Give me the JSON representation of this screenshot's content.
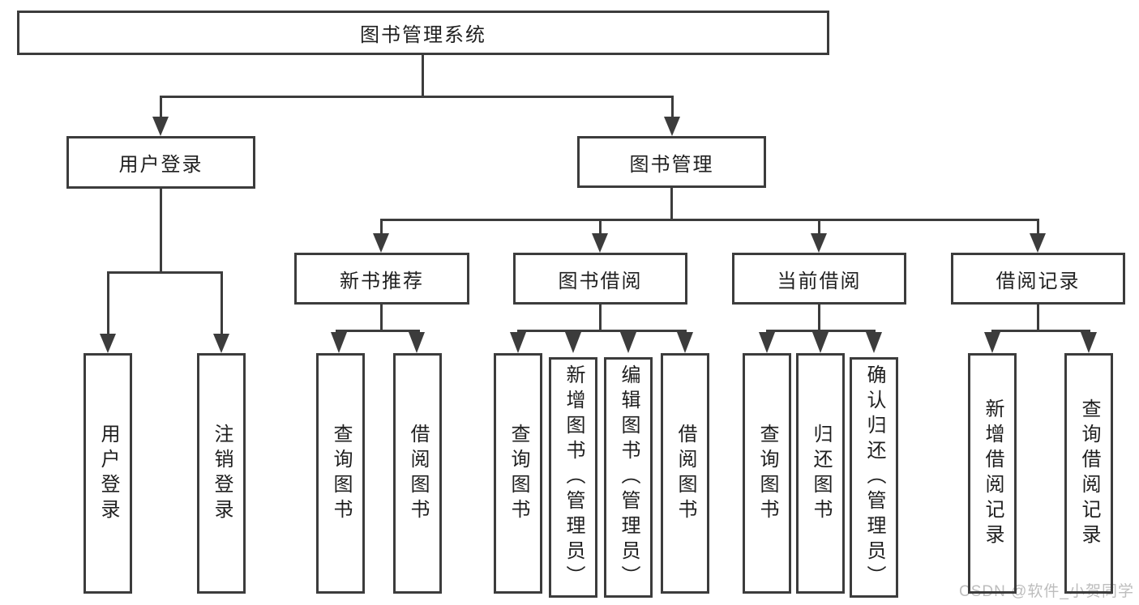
{
  "diagram": {
    "root": "图书管理系统",
    "level1": {
      "user_login": "用户登录",
      "book_mgmt": "图书管理"
    },
    "level2": {
      "new_books": "新书推荐",
      "book_borrow": "图书借阅",
      "current_borrow": "当前借阅",
      "borrow_records": "借阅记录"
    },
    "leaves": {
      "user_login": [
        "用户登录",
        "注销登录"
      ],
      "new_books": [
        "查询图书",
        "借阅图书"
      ],
      "book_borrow": [
        "查询图书",
        "新增图书（管理员）",
        "编辑图书（管理员）",
        "借阅图书"
      ],
      "current_borrow": [
        "查询图书",
        "归还图书",
        "确认归还（管理员）"
      ],
      "borrow_records": [
        "新增借阅记录",
        "查询借阅记录"
      ]
    }
  },
  "watermark": "CSDN @软件_小贺同学",
  "colors": {
    "line": "#3c3c3c",
    "text": "#1f1f1f",
    "watermark": "#bdbdbd",
    "background": "#ffffff"
  }
}
